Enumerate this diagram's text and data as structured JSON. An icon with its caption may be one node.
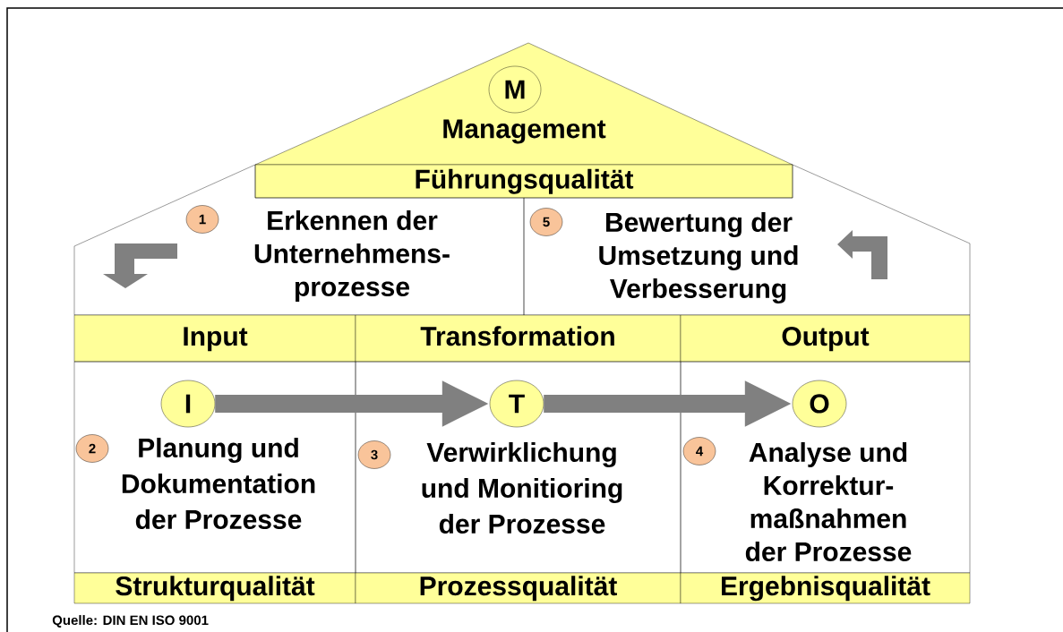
{
  "diagram": {
    "nodes": [
      {
        "text": [
          "Management"
        ]
      },
      {
        "text": [
          "M"
        ],
        "in": 0
      },
      {
        "text": [
          "Führungsqualität"
        ]
      },
      {
        "text": [
          "Erkennen der Unternehmens- prozesse"
        ]
      },
      {
        "text": [
          "1"
        ],
        "in": 3
      },
      {
        "text": [
          "Bewertung der Umsetzung und Verbesserung"
        ]
      },
      {
        "text": [
          "5"
        ],
        "in": 5
      },
      {
        "text": [
          "Input"
        ]
      },
      {
        "text": [
          "Transformation"
        ]
      },
      {
        "text": [
          "Output"
        ]
      },
      {
        "text": [
          "Planung und Dokumentation der Prozesse"
        ]
      },
      {
        "text": [
          "I"
        ],
        "in": 10
      },
      {
        "text": [
          "2"
        ],
        "in": 10
      },
      {
        "text": [
          "Verwirklichung und Monitioring der Prozesse"
        ]
      },
      {
        "text": [
          "T"
        ],
        "in": 13
      },
      {
        "text": [
          "3"
        ],
        "in": 13
      },
      {
        "text": [
          "Analyse und Korrektur- maßnahmen der Prozesse"
        ]
      },
      {
        "text": [
          "O"
        ],
        "in": 16
      },
      {
        "text": [
          "4"
        ],
        "in": 16
      },
      {
        "text": [
          "Strukturqualität"
        ]
      },
      {
        "text": [
          "Prozessqualität"
        ]
      },
      {
        "text": [
          "Ergebnisqualität"
        ]
      }
    ],
    "edges": [
      {
        "from": 11,
        "to": 14,
        "arrow": "to"
      },
      {
        "from": 14,
        "to": 17,
        "arrow": "to"
      }
    ],
    "labels": [
      "Quelle: DIN EN ISO 9001"
    ]
  }
}
